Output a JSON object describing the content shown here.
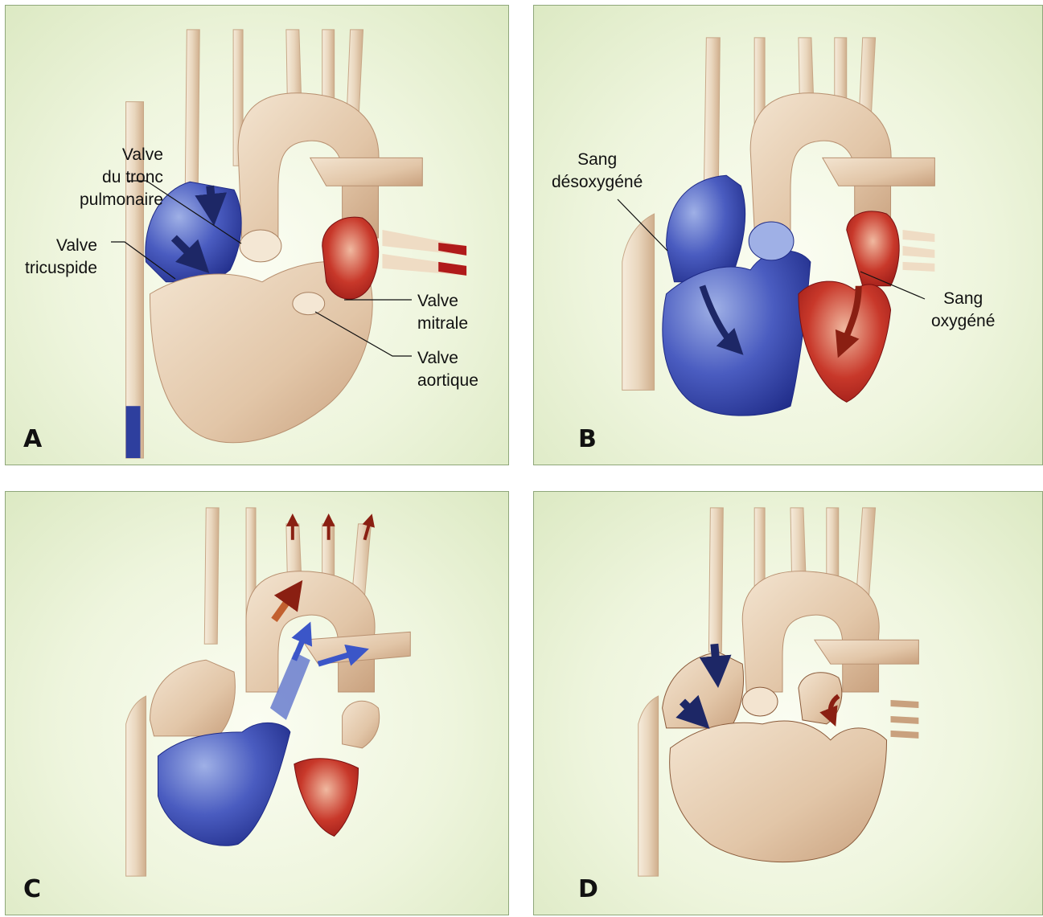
{
  "panels": [
    {
      "letter": "A",
      "labels": {
        "pulmonary_valve": [
          "Valve",
          "du tronc",
          "pulmonaire"
        ],
        "tricuspid_valve": [
          "Valve",
          "tricuspide"
        ],
        "mitral_valve": [
          "Valve",
          "mitrale"
        ],
        "aortic_valve": [
          "Valve",
          "aortique"
        ]
      }
    },
    {
      "letter": "B",
      "labels": {
        "deoxygenated_blood": [
          "Sang",
          "désoxygéné"
        ],
        "oxygenated_blood": [
          "Sang",
          "oxygéné"
        ]
      }
    },
    {
      "letter": "C"
    },
    {
      "letter": "D"
    }
  ],
  "colors": {
    "deoxygenated": "#2e3f9e",
    "oxygenated": "#b01a1a",
    "tissue": "#e6cdb2",
    "background": "#eef5dd",
    "border": "#8fa77a"
  }
}
